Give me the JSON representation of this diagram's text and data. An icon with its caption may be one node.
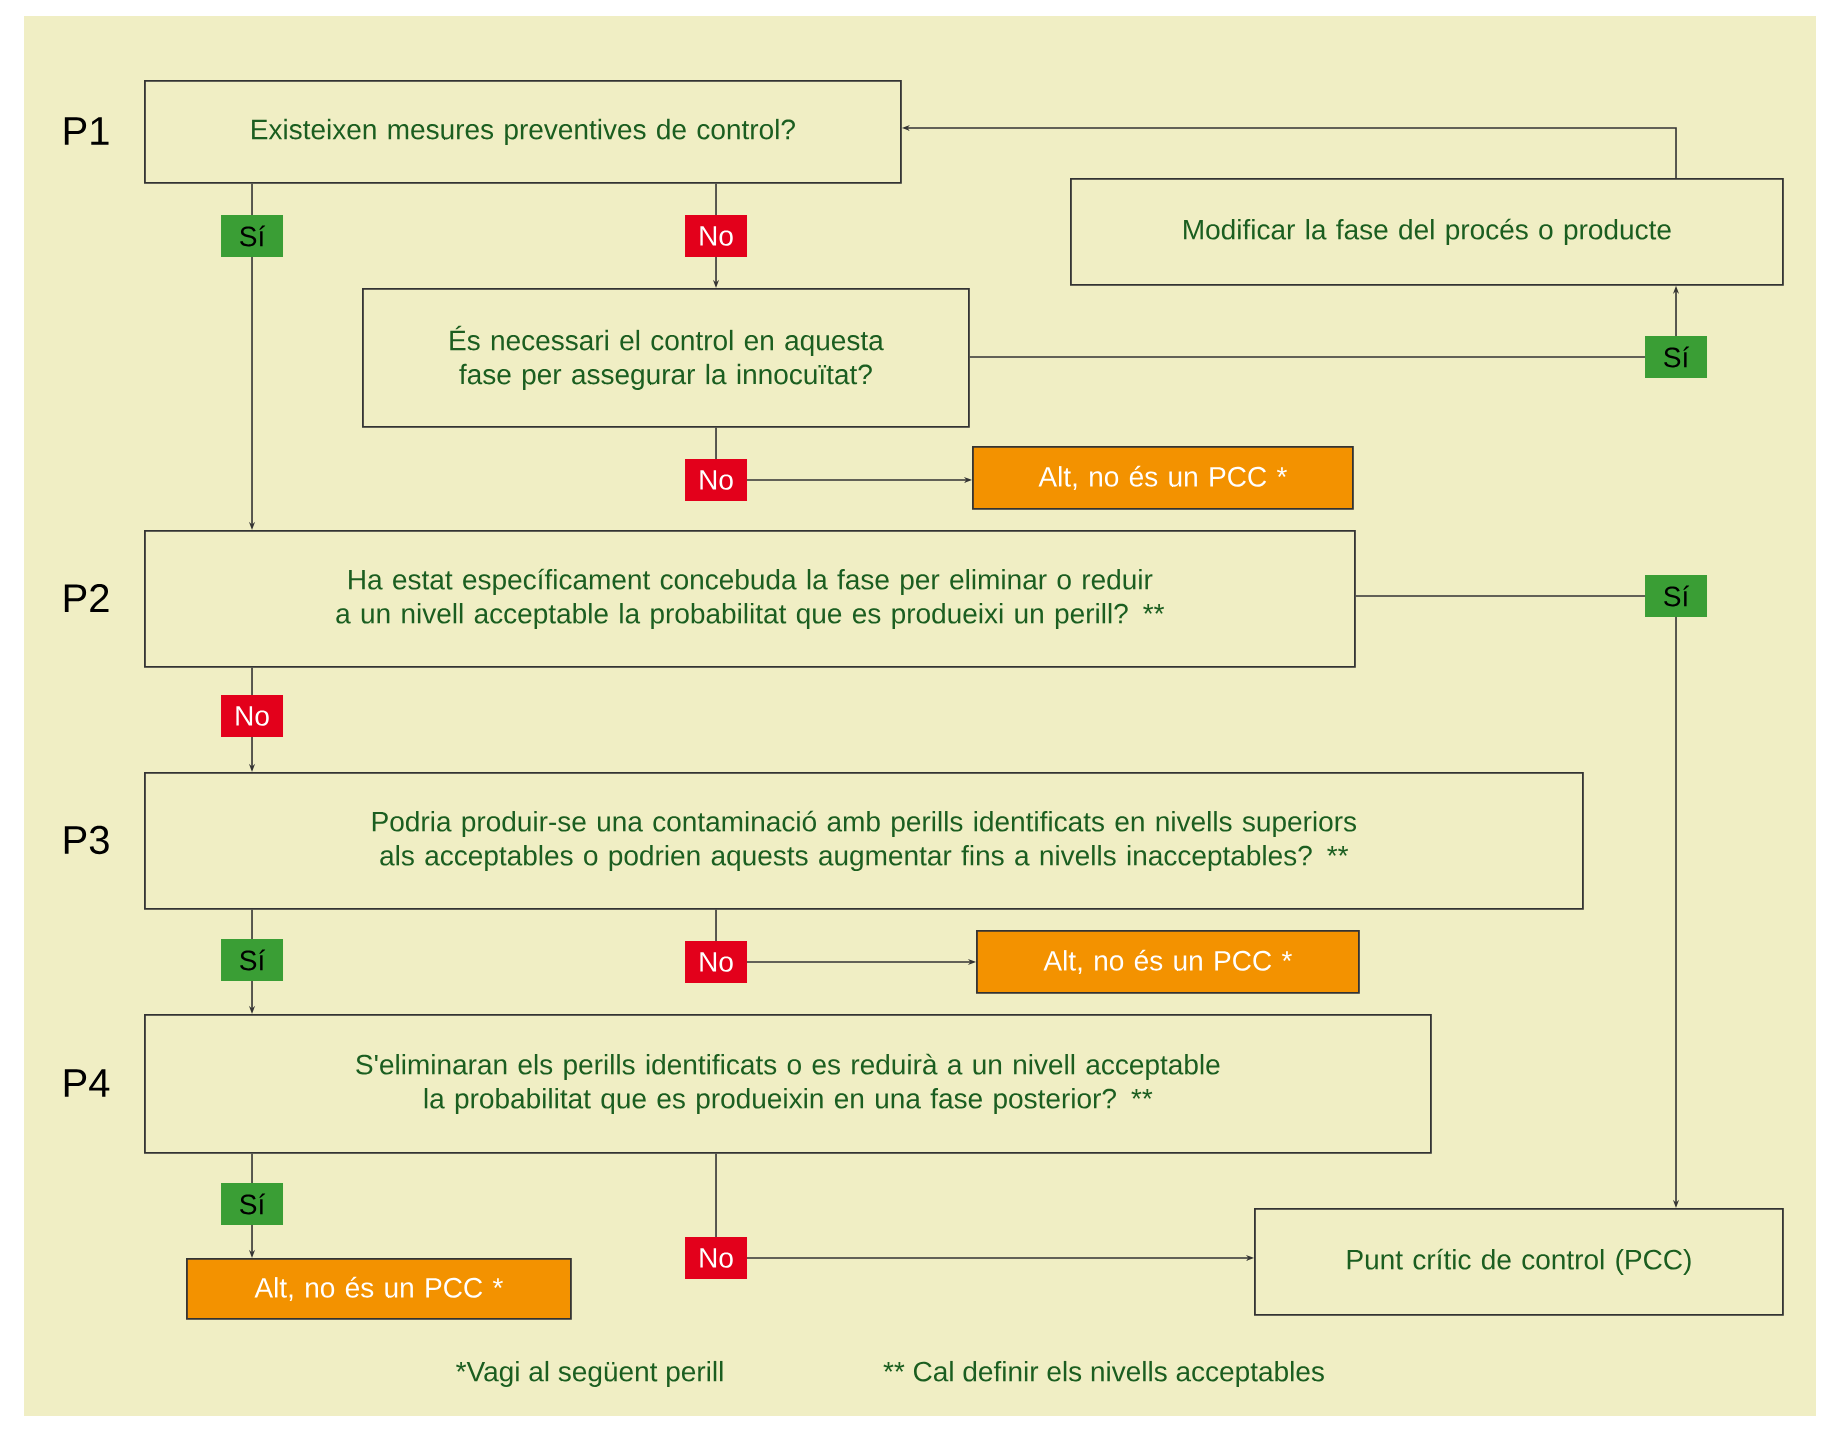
{
  "diagram": {
    "nodes": [
      {
        "text": [
          "Existeixen mesures preventives de control?"
        ],
        "beside": [
          "P1"
        ]
      },
      {
        "text": [
          "Modificar la fase del procés o producte"
        ]
      },
      {
        "text": [
          "És necessari el control en aquesta fase per assegurar la innocuïtat?"
        ]
      },
      {
        "text": [
          "Alt, no és un PCC *"
        ]
      },
      {
        "text": [
          "Ha estat específicament concebuda la fase per eliminar o reduir a un nivell acceptable la probabilitat que es produeixi un perill? **"
        ],
        "beside": [
          "P2"
        ]
      },
      {
        "text": [
          "Podria produir-se una contaminació amb perills identificats en nivells superiors als acceptables o podrien aquests augmentar fins a nivells inacceptables? **"
        ],
        "beside": [
          "P3"
        ]
      },
      {
        "text": [
          "Alt, no és un PCC *"
        ]
      },
      {
        "text": [
          "S'eliminaran els perills identificats o es reduirà a un nivell acceptable la probabilitat que es produeixin en una fase posterior? **"
        ],
        "beside": [
          "P4"
        ]
      },
      {
        "text": [
          "Alt, no és un PCC *"
        ]
      },
      {
        "text": [
          "Punt crític de control (PCC)"
        ]
      }
    ],
    "edges": [
      {
        "from": 0,
        "to": 4,
        "arrow": "to",
        "label": "Sí"
      },
      {
        "from": 0,
        "to": 2,
        "arrow": "to",
        "label": "No"
      },
      {
        "from": 2,
        "to": 1,
        "arrow": "to",
        "label": "Sí"
      },
      {
        "from": 1,
        "to": 0,
        "arrow": "to"
      },
      {
        "from": 2,
        "to": 3,
        "arrow": "to",
        "label": "No"
      },
      {
        "from": 4,
        "to": 9,
        "arrow": "to",
        "label": "Sí"
      },
      {
        "from": 4,
        "to": 5,
        "arrow": "to",
        "label": "No"
      },
      {
        "from": 5,
        "to": 7,
        "arrow": "to",
        "label": "Sí"
      },
      {
        "from": 5,
        "to": 6,
        "arrow": "to",
        "label": "No"
      },
      {
        "from": 7,
        "to": 8,
        "arrow": "to",
        "label": "Sí"
      },
      {
        "from": 7,
        "to": 9,
        "arrow": "to",
        "label": "No"
      }
    ],
    "labels": [
      "*Vagi al següent perill",
      "** Cal definir els nivells acceptables"
    ]
  }
}
